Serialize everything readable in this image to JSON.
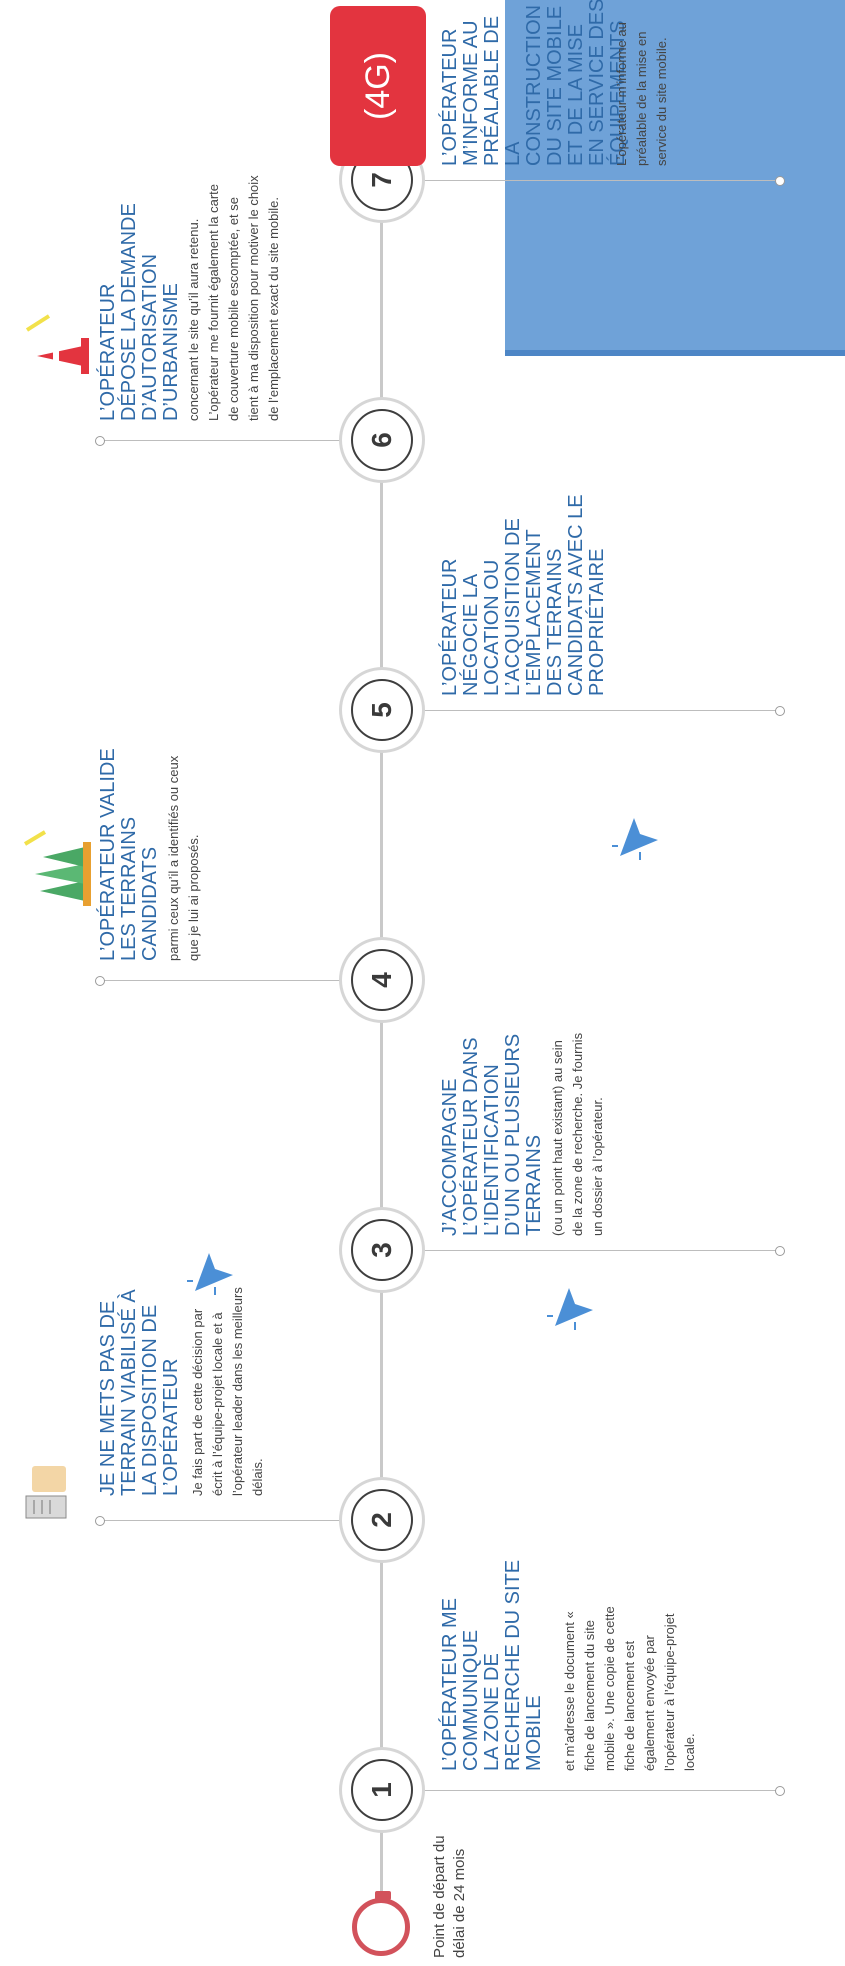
{
  "start": {
    "label": "Point de départ du\ndélai de 24 mois"
  },
  "steps": [
    {
      "number": "1",
      "title": "L’OPÉRATEUR ME\nCOMMUNIQUE\nLA ZONE DE\nRECHERCHE DU SITE\nMOBILE",
      "text": "et m’adresse le document « fiche de lancement du site mobile ». Une copie de cette fiche de lancement est également envoyée par l’opérateur à l’équipe-projet locale."
    },
    {
      "number": "2",
      "title": "JE NE METS PAS DE\nTERRAIN VIABILISÉ À\nLA DISPOSITION DE\nL’OPÉRATEUR",
      "text": "Je fais part de cette décision par écrit à l’équipe-projet locale et à l’opérateur leader dans les meilleurs délais."
    },
    {
      "number": "3",
      "title": "J’ACCOMPAGNE\nL’OPÉRATEUR DANS\nL’IDENTIFICATION\nD’UN OU PLUSIEURS\nTERRAINS",
      "text": "(ou un point haut existant) au sein de la zone de recherche. Je fournis un dossier à l’opérateur."
    },
    {
      "number": "4",
      "title": "L’OPÉRATEUR VALIDE\nLES TERRAINS\nCANDIDATS",
      "text": "parmi ceux qu’il a identifiés ou ceux que je lui ai proposés."
    },
    {
      "number": "5",
      "title": "L’OPÉRATEUR\nNÉGOCIE LA\nLOCATION OU\nL’ACQUISITION DE\nL’EMPLACEMENT\nDES TERRAINS\nCANDIDATS AVEC LE\nPROPRIÉTAIRE",
      "text": ""
    },
    {
      "number": "6",
      "title": "L’OPÉRATEUR\nDÉPOSE LA DEMANDE\nD’AUTORISATION\nD’URBANISME",
      "text": "concernant le site qu’il aura retenu. L’opérateur me fournit également la carte de couverture mobile escomptée, et se tient à ma disposition pour motiver le choix de l’emplacement exact du site mobile."
    },
    {
      "number": "7",
      "title": "L’OPÉRATEUR\nM’INFORME AU\nPRÉALABLE DE LA\nCONSTRUCTION\nDU SITE MOBILE\nET DE LA MISE\nEN SERVICE DES\nÉQUIPEMENTS",
      "text": "L’opérateur m’informe au préalable de la mise en service du site mobile."
    }
  ],
  "badge": {
    "label": "(4G)"
  },
  "colors": {
    "title": "#2f6aa8",
    "accent_red": "#e3343f",
    "panel_blue": "#6fa2d8"
  }
}
